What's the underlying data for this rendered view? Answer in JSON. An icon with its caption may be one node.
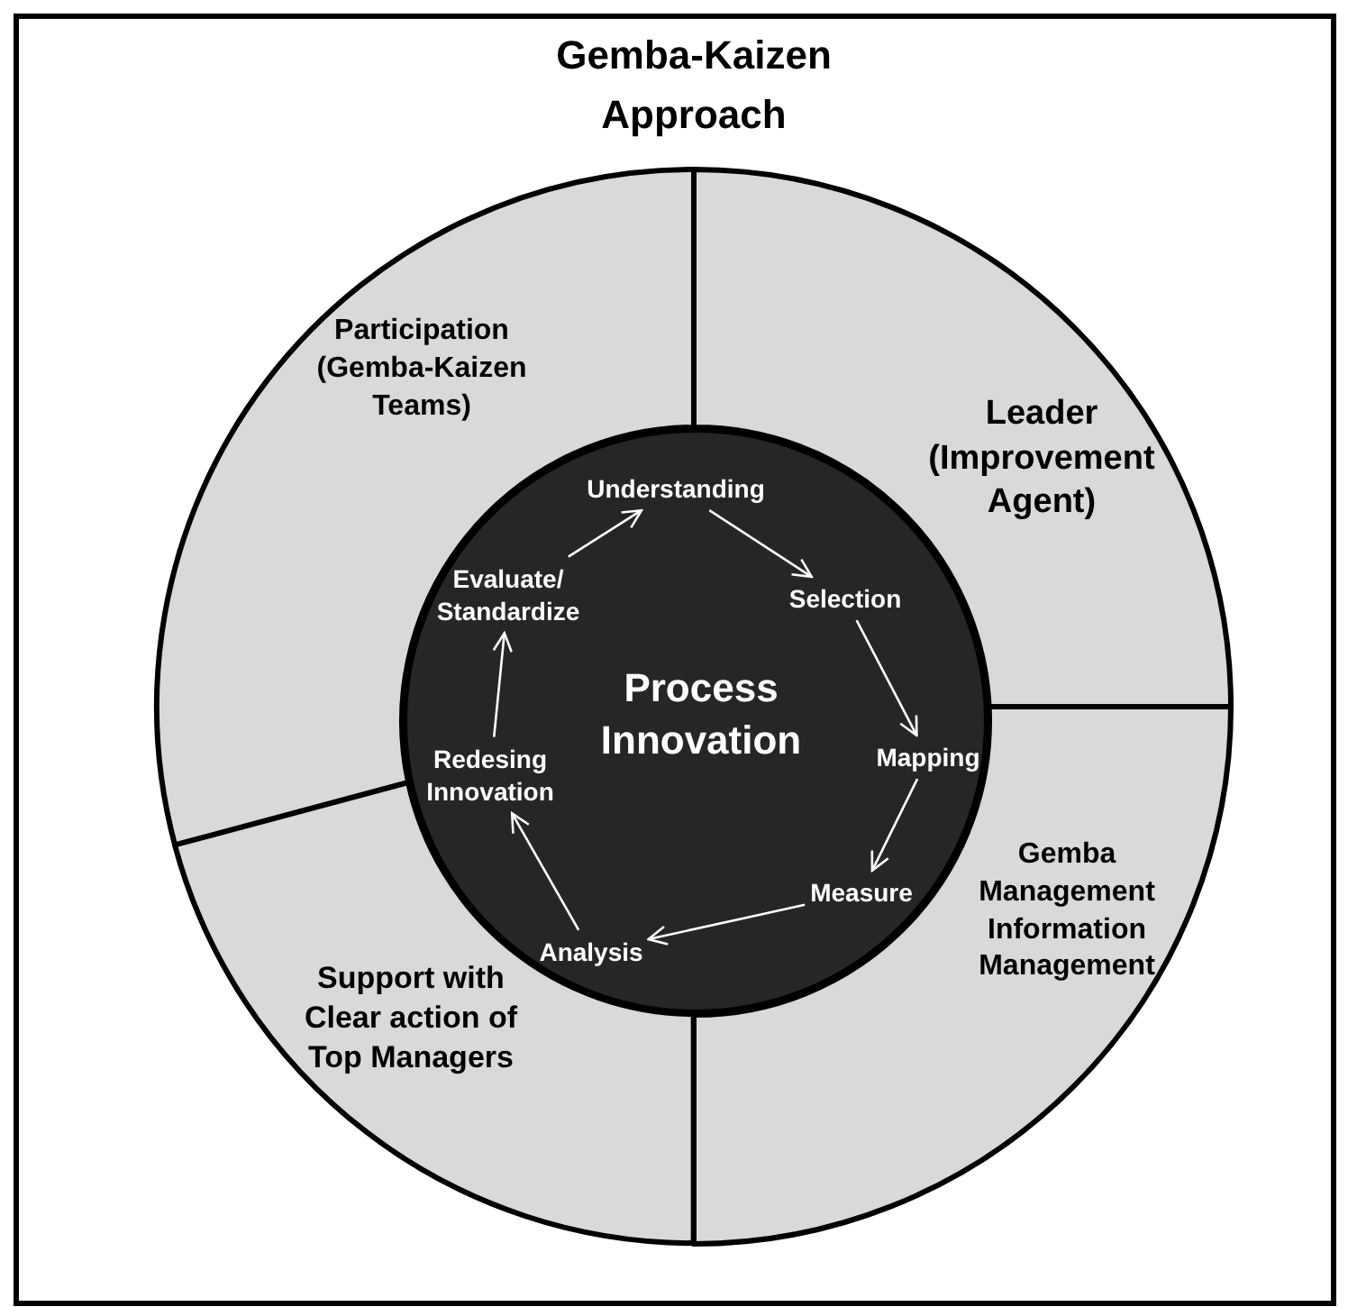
{
  "diagram": {
    "title": "Gemba-Kaizen Approach",
    "nodes": [
      {
        "text": [
          "Participation (Gemba-Kaizen Teams)"
        ]
      },
      {
        "text": [
          "Leader (Improvement Agent)"
        ]
      },
      {
        "text": [
          "Gemba Management Information Management"
        ]
      },
      {
        "text": [
          "Support with Clear action of Top Managers"
        ]
      },
      {
        "text": [
          "Process Innovation"
        ]
      },
      {
        "text": [
          "Understanding"
        ],
        "in": 4
      },
      {
        "text": [
          "Evaluate/ Standardize"
        ],
        "in": 4
      },
      {
        "text": [
          "Selection"
        ],
        "in": 4
      },
      {
        "text": [
          "Redesing Innovation"
        ],
        "in": 4
      },
      {
        "text": [
          "Mapping"
        ],
        "in": 4
      },
      {
        "text": [
          "Measure"
        ],
        "in": 4
      },
      {
        "text": [
          "Analysis"
        ],
        "in": 4
      }
    ],
    "edges": [
      {
        "from": 6,
        "to": 5,
        "arrow": "to"
      },
      {
        "from": 5,
        "to": 7,
        "arrow": "to"
      },
      {
        "from": 7,
        "to": 9,
        "arrow": "to"
      },
      {
        "from": 9,
        "to": 10,
        "arrow": "to"
      },
      {
        "from": 10,
        "to": 11,
        "arrow": "to"
      },
      {
        "from": 11,
        "to": 8,
        "arrow": "to"
      },
      {
        "from": 8,
        "to": 6,
        "arrow": "to"
      }
    ]
  }
}
